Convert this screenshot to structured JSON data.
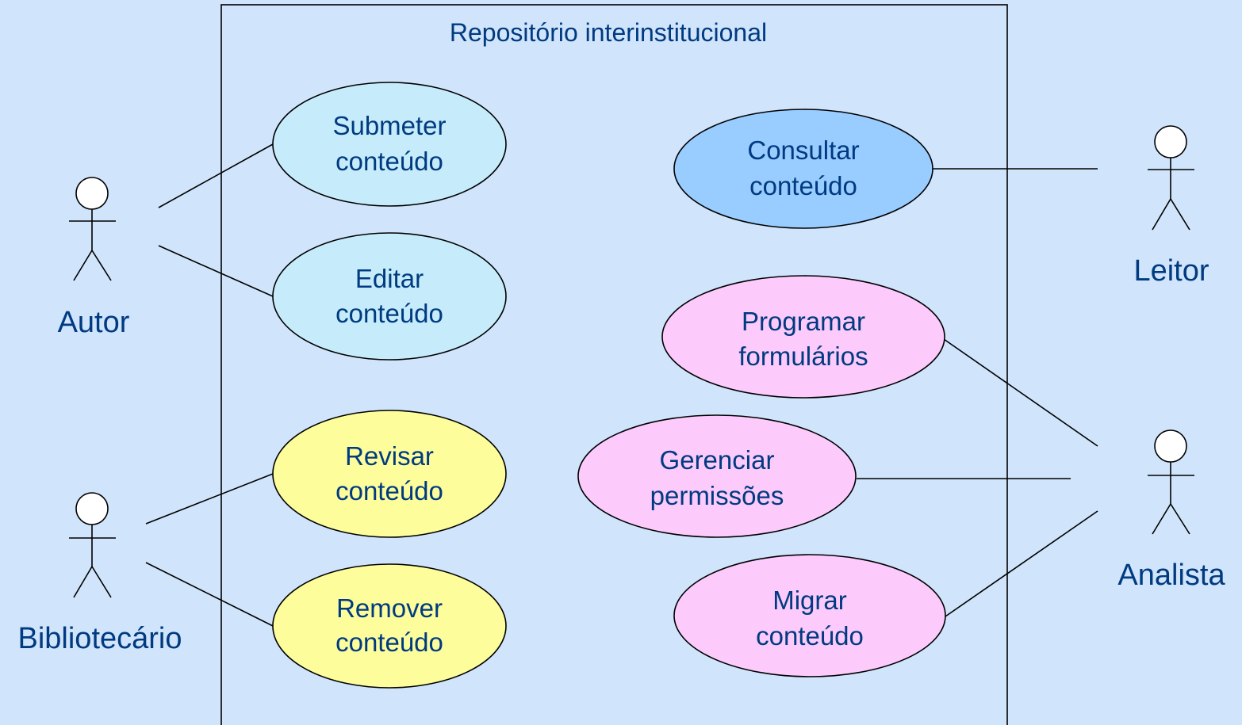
{
  "system": {
    "title": "Repositório interinstitucional"
  },
  "actors": {
    "autor": "Autor",
    "bibliotecario": "Bibliotecário",
    "leitor": "Leitor",
    "analista": "Analista"
  },
  "use_cases": {
    "submeter": {
      "line1": "Submeter",
      "line2": "conteúdo",
      "color": "#c6ecfb",
      "actor": "Autor"
    },
    "editar": {
      "line1": "Editar",
      "line2": "conteúdo",
      "color": "#c6ecfb",
      "actor": "Autor"
    },
    "revisar": {
      "line1": "Revisar",
      "line2": "conteúdo",
      "color": "#fdfd9c",
      "actor": "Bibliotecário"
    },
    "remover": {
      "line1": "Remover",
      "line2": "conteúdo",
      "color": "#fdfd9c",
      "actor": "Bibliotecário"
    },
    "consultar": {
      "line1": "Consultar",
      "line2": "conteúdo",
      "color": "#99ccff",
      "actor": "Leitor"
    },
    "programar": {
      "line1": "Programar",
      "line2": "formulários",
      "color": "#fccbfc",
      "actor": "Analista"
    },
    "gerenciar": {
      "line1": "Gerenciar",
      "line2": "permissões",
      "color": "#fccbfc",
      "actor": "Analista"
    },
    "migrar": {
      "line1": "Migrar",
      "line2": "conteúdo",
      "color": "#fccbfc",
      "actor": "Analista"
    }
  },
  "colors": {
    "background": "#d0e4fb",
    "text": "#003a80",
    "author_cases": "#c6ecfb",
    "librarian_cases": "#fdfd9c",
    "reader_cases": "#99ccff",
    "analyst_cases": "#fccbfc"
  }
}
